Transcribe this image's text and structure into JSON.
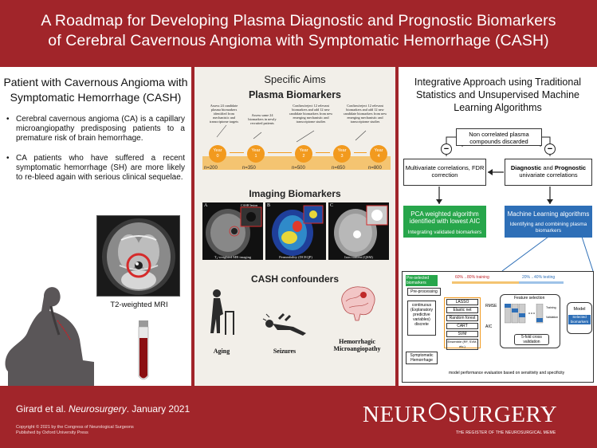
{
  "header": {
    "line1": "A Roadmap for Developing Plasma Diagnostic and Prognostic Biomarkers",
    "line2": "of Cerebral Cavernous Angioma with Symptomatic Hemorrhage (CASH)"
  },
  "left": {
    "title_line1": "Patient with Cavernous Angioma with",
    "title_line2": "Symptomatic Hemorrhage (CASH)",
    "bullets": [
      "Cerebral cavernous angioma (CA) is a capillary microangiopathy predisposing patients to a premature risk of brain hemorrhage.",
      "CA patients who have suffered a recent symptomatic hemorrhage (SH) are more likely to re-bleed again with serious clinical sequelae."
    ],
    "mri_caption": "T2-weighted MRI"
  },
  "middle": {
    "aims_title": "Specific Aims",
    "plasma_title": "Plasma Biomarkers",
    "plasma_steps": [
      "Assess 24 candidate plasma biomarkers identified from mechanistic and transcriptome targets",
      "Assess same 24 biomarkers in newly recruited patients",
      "Confirm/reject 12 relevant biomarkers and add 12 new candidate biomarkers from new emerging mechanistic and transcriptome studies",
      "Confirm/reject 12 relevant biomarkers and add 12 new candidate biomarkers from new emerging mechanistic and transcriptome studies"
    ],
    "years": [
      {
        "label": "Year",
        "num": "0",
        "n": "n=200"
      },
      {
        "label": "Year",
        "num": "1",
        "n": "n=350"
      },
      {
        "label": "Year",
        "num": "2",
        "n": "n=500"
      },
      {
        "label": "Year",
        "num": "3",
        "n": "n=650"
      },
      {
        "label": "Year",
        "num": "4",
        "n": "n=800"
      }
    ],
    "imaging_title": "Imaging Biomarkers",
    "imaging_panels": [
      {
        "letter": "A",
        "caption": "T₂-weighted MR imaging",
        "tag": "CASH lesion"
      },
      {
        "letter": "B",
        "caption": "Permeability (DCEQP)",
        "tag": ""
      },
      {
        "letter": "C",
        "caption": "Iron content (QSM)",
        "tag": ""
      }
    ],
    "confounders_title": "CASH confounders",
    "confounders": [
      "Aging",
      "Seizures",
      "Hemorrhagic Microangiopathy"
    ]
  },
  "right": {
    "title": "Integrative Approach using Traditional Statistics and Unsupervised Machine Learning Algorithms",
    "discarded": "Non correlated plasma compounds discarded",
    "multivariate": "Multivariate correlations, FDR correction",
    "diag_bold1": "Diagnostic",
    "diag_and": " and ",
    "diag_bold2": "Prognostic",
    "diag_rest": "univariate correlations",
    "pca_line1": "PCA weighted algorithm",
    "pca_line2": "identified with lowest AIC",
    "pca_sub": "Integrating validated biomarkers",
    "ml_title": "Machine Learning algorithms",
    "ml_sub": "Identifying and combining plasma biomarkers",
    "pipe": {
      "preselected": "Pre-selected biomarkers",
      "training": "60%→80% training",
      "testing": "20%→40% testing",
      "preprocessing": "Pre-processing",
      "continuous": "continuous (Explanatory predictive variables) discrete",
      "methods": [
        "LASSO",
        "Elastic net",
        "Random forest",
        "CART",
        "SVM",
        "Ensemble (RF, SVM, etc.)"
      ],
      "rmse": "RMSE",
      "aic": "AIC",
      "feature": "Feature selection",
      "trainlbl": "Training",
      "validlbl": "Validation",
      "fivefold": "5-fold cross validation",
      "model": "Model",
      "selected": "Selected biomarkers",
      "symptomatic": "Symptomatic Hemorrhage",
      "eval": "model performance evaluation based on sensitivity and specificity"
    },
    "minus": "−"
  },
  "footer": {
    "cite_pre": "Girard et al. ",
    "cite_journal": "Neurosurgery",
    "cite_post": ". January 2021",
    "copy1": "Copyright © 2021 by the Congress of Neurological Surgeons",
    "copy2": "Published by Oxford University Press",
    "logo_a": "NEUR",
    "logo_b": "SURGERY",
    "tagline": "THE REGISTER OF THE NEUROSURGICAL MEME"
  },
  "colors": {
    "brand": "#a1252a",
    "timeline_bar": "#f4c471",
    "year_circle": "#f29a1e",
    "pca_green": "#27a64b",
    "ml_blue": "#2e6fb7"
  }
}
